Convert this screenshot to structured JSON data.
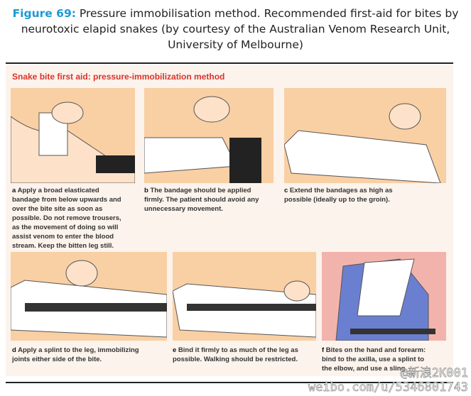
{
  "caption": {
    "label": "Figure 69:",
    "text": " Pressure immobilisation method. Recommended first-aid for bites by neurotoxic elapid snakes (by courtesy of the Australian Venom Research Unit, University of Melbourne)"
  },
  "panel_title": "Snake bite first aid: pressure-immobilization method",
  "steps": [
    {
      "letter": "a",
      "text": " Apply a broad elasticated bandage from below upwards and over the bite site as soon as possible. Do not remove trousers, as the movement of doing so will assist venom to enter the blood stream. Keep the bitten leg still."
    },
    {
      "letter": "b",
      "text": " The bandage should be applied firmly. The patient should avoid any unnecessary movement."
    },
    {
      "letter": "c",
      "text": " Extend the bandages as high as possible (ideally up to the groin)."
    },
    {
      "letter": "d",
      "text": " Apply a splint to the leg, immobilizing joints either side of the bite."
    },
    {
      "letter": "e",
      "text": " Bind it firmly to as much of the leg as possible. Walking should be restricted."
    },
    {
      "letter": "f",
      "text": " Bites on the hand and forearm: bind to the axilla, use a splint to the elbow, and use a sling."
    }
  ],
  "watermark": {
    "line1": "@新浪2K001",
    "line2": "weibo.com/u/5346801743"
  }
}
